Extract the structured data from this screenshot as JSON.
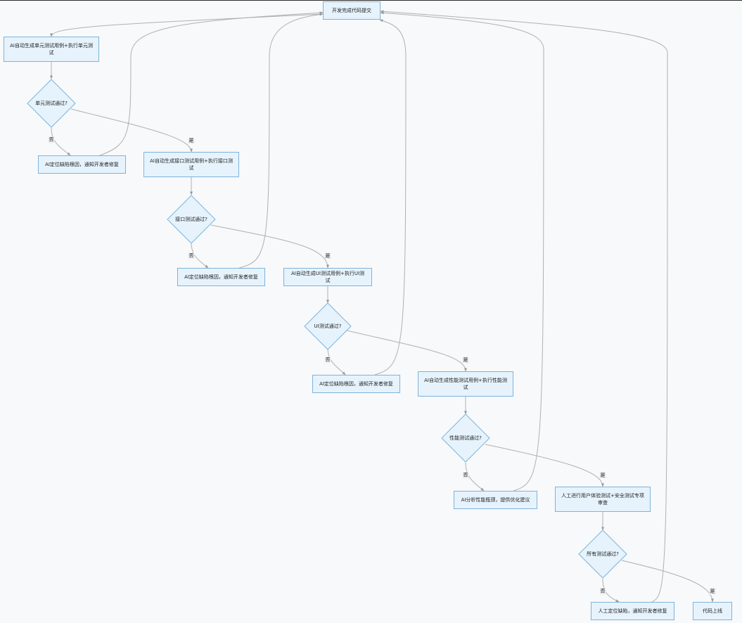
{
  "nodes": {
    "start": "开发完成代码提交",
    "unit_test": "AI自动生成单元测试用例+执行单元测试",
    "unit_check": "单元测试通过?",
    "unit_fix": "AI定位缺陷根因，通知开发者修复",
    "api_test": "AI自动生成接口测试用例+执行接口测试",
    "api_check": "接口测试通过?",
    "api_fix": "AI定位缺陷根因，通知开发者修复",
    "ui_test": "AI自动生成UI测试用例+执行UI测试",
    "ui_check": "UI测试通过?",
    "ui_fix": "AI定位缺陷根因，通知开发者修复",
    "perf_test": "AI自动生成性能测试用例+执行性能测试",
    "perf_check": "性能测试通过?",
    "perf_fix": "AI分析性能瓶颈，提供优化建议",
    "manual_test": "人工进行用户体验测试+安全测试专项审查",
    "all_check": "所有测试通过?",
    "manual_fix": "人工定位缺陷，通知开发者修复",
    "release": "代码上线"
  },
  "edge_labels": {
    "no": "否",
    "yes": "是"
  },
  "colors": {
    "node_fill": "#e6f3fc",
    "node_border": "#7fb3d8",
    "edge": "#b0b0b0",
    "background": "#f8f9fb"
  }
}
